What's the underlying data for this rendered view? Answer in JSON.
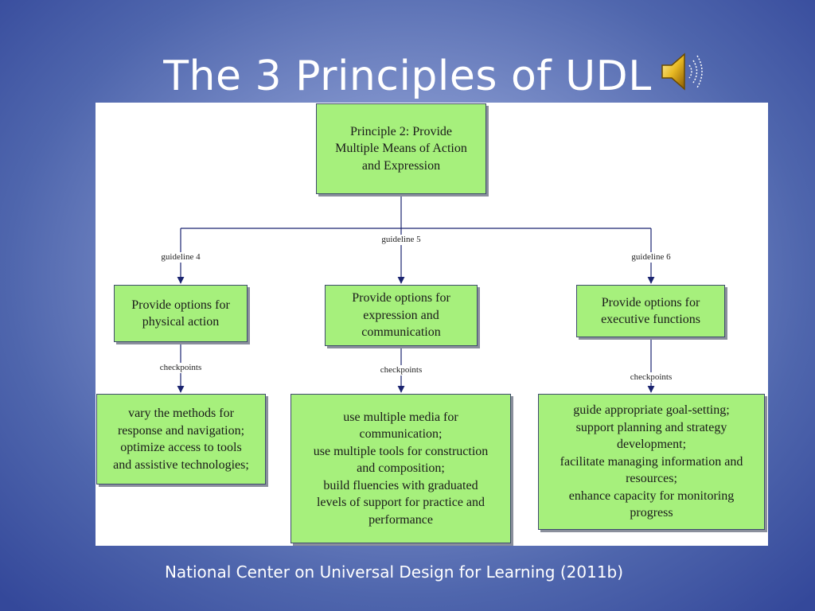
{
  "slide": {
    "title": "The 3 Principles of UDL",
    "citation": "National Center on Universal Design for Learning (2011b)",
    "audio_icon": "speaker-icon"
  },
  "diagram": {
    "root": "Principle 2: Provide\nMultiple Means of Action\nand Expression",
    "guidelines": [
      {
        "edge_label": "guideline 4",
        "option": "Provide options for\nphysical action",
        "checkpoint_label": "checkpoints",
        "checkpoints": "vary the methods for\nresponse and navigation;\noptimize access to tools\nand assistive technologies;"
      },
      {
        "edge_label": "guideline 5",
        "option": "Provide options for\nexpression and\ncommunication",
        "checkpoint_label": "checkpoints",
        "checkpoints": "use multiple media for\ncommunication;\nuse multiple tools for construction\nand composition;\nbuild fluencies with graduated\nlevels of support for practice and\nperformance"
      },
      {
        "edge_label": "guideline 6",
        "option": "Provide options for\nexecutive functions",
        "checkpoint_label": "checkpoints",
        "checkpoints": "guide appropriate goal-setting;\nsupport planning and strategy\ndevelopment;\nfacilitate managing information and\nresources;\nenhance capacity for monitoring\nprogress"
      }
    ]
  },
  "colors": {
    "node_fill": "#a6f07c",
    "arrow": "#1b2470",
    "text": "#ffffff"
  }
}
